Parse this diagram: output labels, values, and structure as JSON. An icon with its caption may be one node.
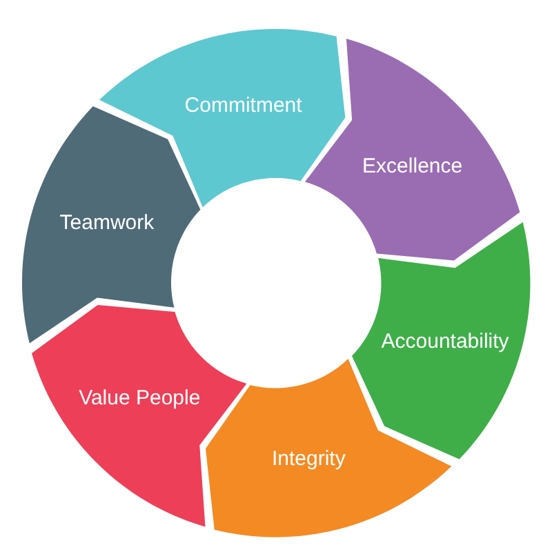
{
  "diagram": {
    "nodes": [
      {
        "text": [
          "Commitment"
        ]
      },
      {
        "text": [
          "Excellence"
        ]
      },
      {
        "text": [
          "Accountability"
        ]
      },
      {
        "text": [
          "Integrity"
        ]
      },
      {
        "text": [
          "Value People"
        ]
      },
      {
        "text": [
          "Teamwork"
        ]
      }
    ]
  }
}
